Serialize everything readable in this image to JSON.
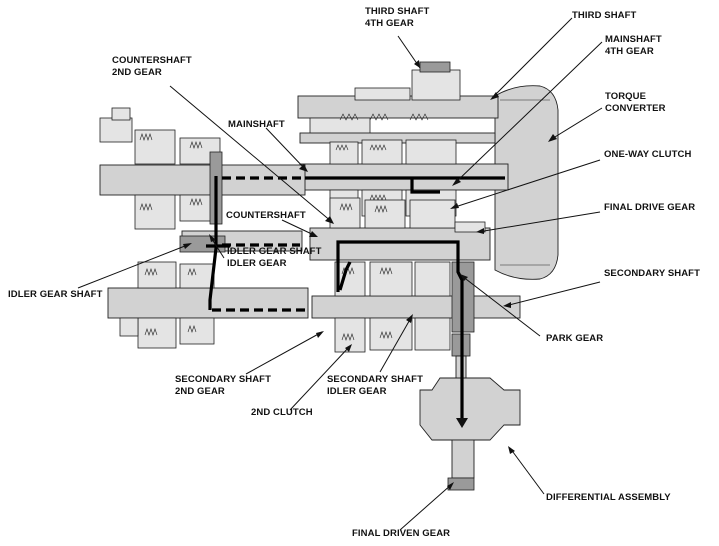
{
  "labels": {
    "third_shaft_4th_gear_1": "THIRD SHAFT",
    "third_shaft_4th_gear_2": "4TH GEAR",
    "third_shaft": "THIRD SHAFT",
    "mainshaft_4th_gear_1": "MAINSHAFT",
    "mainshaft_4th_gear_2": "4TH GEAR",
    "torque_converter_1": "TORQUE",
    "torque_converter_2": "CONVERTER",
    "countershaft_2nd_gear_1": "COUNTERSHAFT",
    "countershaft_2nd_gear_2": "2ND GEAR",
    "mainshaft": "MAINSHAFT",
    "one_way_clutch": "ONE-WAY CLUTCH",
    "countershaft": "COUNTERSHAFT",
    "final_drive_gear": "FINAL DRIVE GEAR",
    "idler_gear_shaft_idler_gear_1": "IDLER GEAR SHAFT",
    "idler_gear_shaft_idler_gear_2": "IDLER GEAR",
    "secondary_shaft": "SECONDARY SHAFT",
    "idler_gear_shaft": "IDLER GEAR SHAFT",
    "park_gear": "PARK GEAR",
    "secondary_shaft_2nd_gear_1": "SECONDARY SHAFT",
    "secondary_shaft_2nd_gear_2": "2ND GEAR",
    "secondary_shaft_idler_gear_1": "SECONDARY SHAFT",
    "secondary_shaft_idler_gear_2": "IDLER GEAR",
    "second_clutch": "2ND CLUTCH",
    "differential_assembly": "DIFFERENTIAL ASSEMBLY",
    "final_driven_gear": "FINAL DRIVEN GEAR"
  }
}
